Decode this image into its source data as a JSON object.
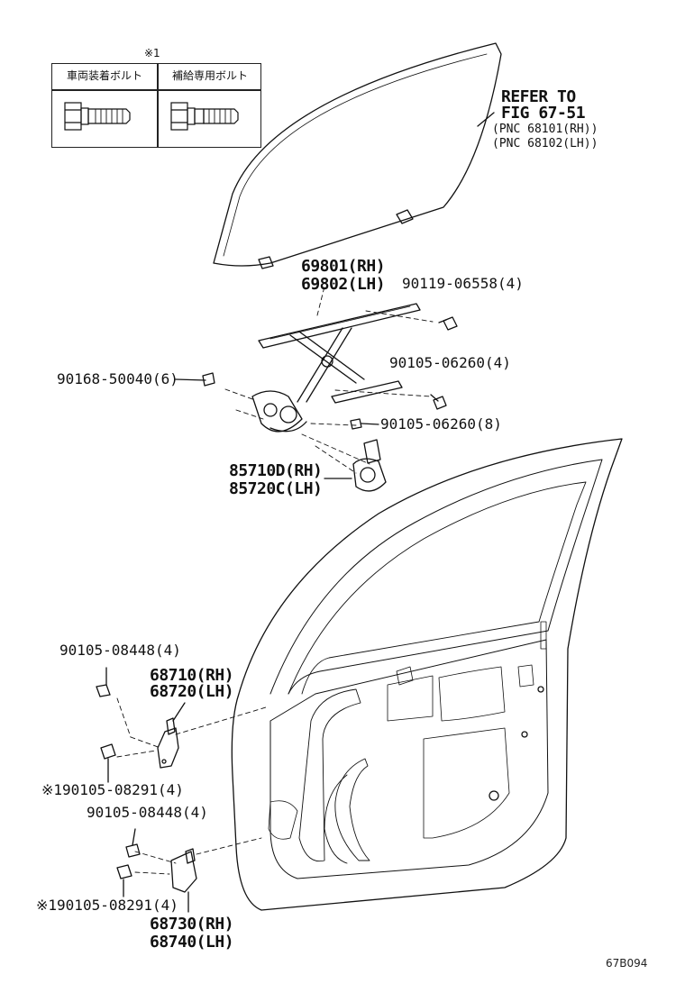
{
  "legend": {
    "mark": "※1",
    "col1_header": "車両装着ボルト",
    "col2_header": "補給専用ボルト"
  },
  "refer": {
    "line1": "REFER TO",
    "line2": "FIG 67-51",
    "line3": "(PNC 68101(RH))",
    "line4": "(PNC 68102(LH))"
  },
  "callouts": {
    "regulator_rh": "69801(RH)",
    "regulator_lh": "69802(LH)",
    "bolt_90119": "90119-06558(4)",
    "bolt_90105_06260_a": "90105-06260(4)",
    "bolt_90168": "90168-50040(6)",
    "bolt_90105_06260_b": "90105-06260(8)",
    "motor_rh": "85710D(RH)",
    "motor_lh": "85720C(LH)",
    "bolt_08448_upper": "90105-08448(4)",
    "hinge_upper_rh": "68710(RH)",
    "hinge_upper_lh": "68720(LH)",
    "bolt_08291_upper": "※190105-08291(4)",
    "bolt_08448_lower": "90105-08448(4)",
    "bolt_08291_lower": "※190105-08291(4)",
    "hinge_lower_rh": "68730(RH)",
    "hinge_lower_lh": "68740(LH)"
  },
  "figure_code": "67B094",
  "colors": {
    "ink": "#111111",
    "paper": "#ffffff"
  }
}
